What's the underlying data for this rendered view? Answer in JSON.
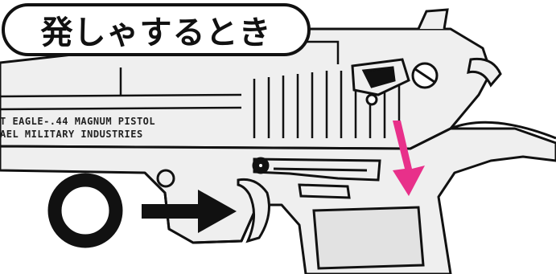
{
  "title": "発しゃするとき",
  "engraving": {
    "line1": "T EAGLE-.44  MAGNUM PISTOL",
    "line2": "AEL MILITARY INDUSTRIES"
  },
  "symbols": {
    "correct_mark": "circle-correct-mark",
    "trigger_arrow": "black-right-arrow",
    "hammer_arrow": "pink-down-arrow"
  },
  "colors": {
    "outline": "#111111",
    "gun_fill": "#eeeeee",
    "accent_arrow": "#e8308a"
  }
}
